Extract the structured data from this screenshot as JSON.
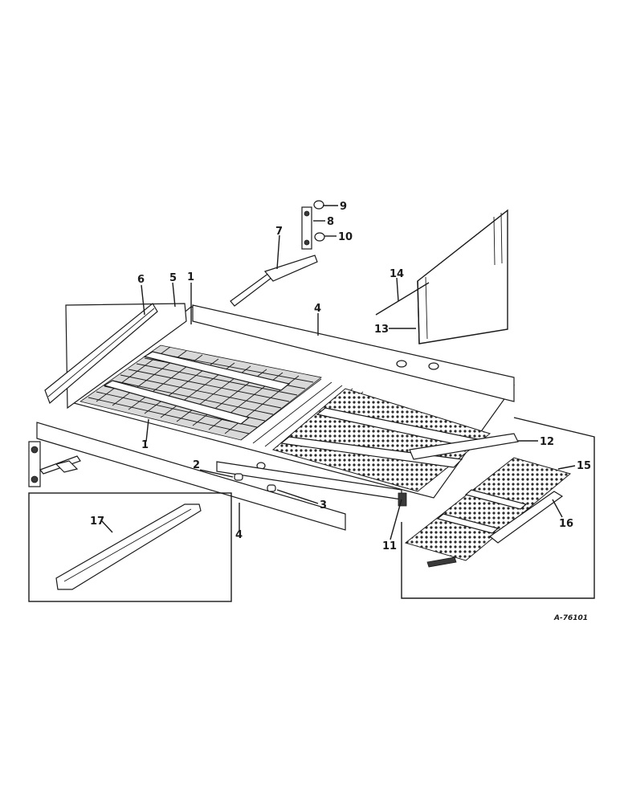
{
  "drawing_ref": "A-76101",
  "callouts": [
    {
      "id": "c1a",
      "text": "1"
    },
    {
      "id": "c1b",
      "text": "1"
    },
    {
      "id": "c2",
      "text": "2"
    },
    {
      "id": "c3",
      "text": "3"
    },
    {
      "id": "c4a",
      "text": "4"
    },
    {
      "id": "c4b",
      "text": "4"
    },
    {
      "id": "c5",
      "text": "5"
    },
    {
      "id": "c6",
      "text": "6"
    },
    {
      "id": "c7",
      "text": "7"
    },
    {
      "id": "c8",
      "text": "8"
    },
    {
      "id": "c9",
      "text": "9"
    },
    {
      "id": "c10",
      "text": "10"
    },
    {
      "id": "c11",
      "text": "11"
    },
    {
      "id": "c12",
      "text": "12"
    },
    {
      "id": "c13",
      "text": "13"
    },
    {
      "id": "c14",
      "text": "14"
    },
    {
      "id": "c15",
      "text": "15"
    },
    {
      "id": "c16",
      "text": "16"
    },
    {
      "id": "c17",
      "text": "17"
    }
  ]
}
